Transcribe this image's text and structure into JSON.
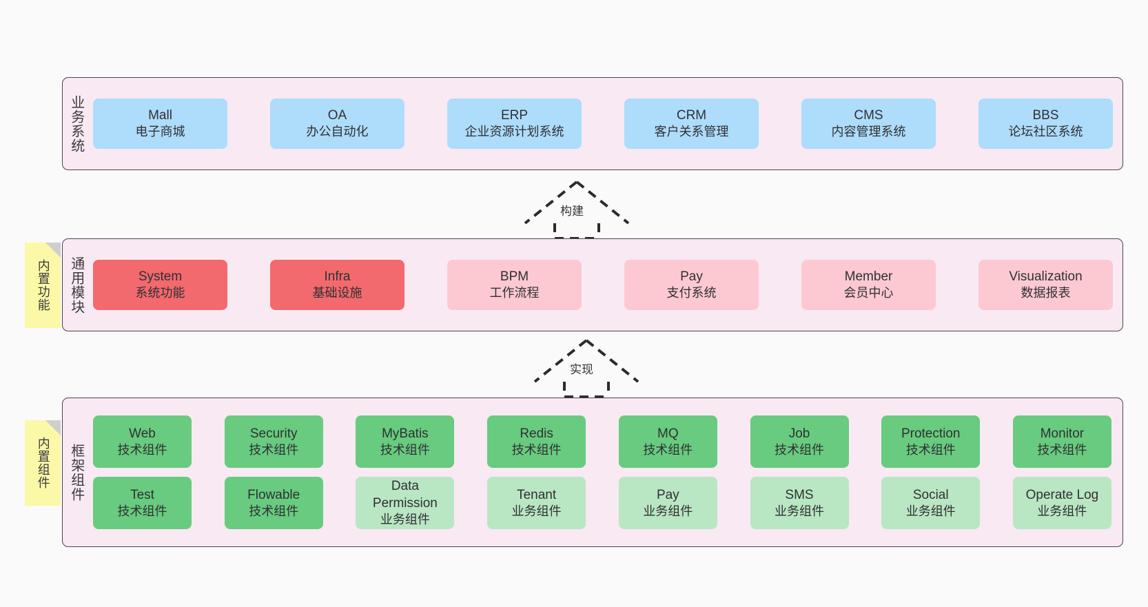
{
  "diagram": {
    "background_color": "#fafafa",
    "panel_bg": "#f8e9f3",
    "panel_border": "#4a4252",
    "note_bg": "#fbf8a8",
    "layers": [
      {
        "id": "business",
        "title": "业务系统",
        "card_color": "#aedcfb",
        "rows": [
          [
            {
              "name": "Mall",
              "cn": "电子商城"
            },
            {
              "name": "OA",
              "cn": "办公自动化"
            },
            {
              "name": "ERP",
              "cn": "企业资源计划系统"
            },
            {
              "name": "CRM",
              "cn": "客户关系管理"
            },
            {
              "name": "CMS",
              "cn": "内容管理系统"
            },
            {
              "name": "BBS",
              "cn": "论坛社区系统"
            }
          ]
        ]
      },
      {
        "id": "modules",
        "title": "通用模块",
        "note": "内置功能",
        "rows": [
          [
            {
              "name": "System",
              "cn": "系统功能",
              "color": "#f2696e"
            },
            {
              "name": "Infra",
              "cn": "基础设施",
              "color": "#f2696e"
            },
            {
              "name": "BPM",
              "cn": "工作流程",
              "color": "#fcc9d2"
            },
            {
              "name": "Pay",
              "cn": "支付系统",
              "color": "#fcc9d2"
            },
            {
              "name": "Member",
              "cn": "会员中心",
              "color": "#fcc9d2"
            },
            {
              "name": "Visualization",
              "cn": "数据报表",
              "color": "#fcc9d2"
            }
          ]
        ]
      },
      {
        "id": "framework",
        "title": "框架组件",
        "note": "内置组件",
        "rows": [
          [
            {
              "name": "Web",
              "cn": "技术组件",
              "color": "#68cb7f"
            },
            {
              "name": "Security",
              "cn": "技术组件",
              "color": "#68cb7f"
            },
            {
              "name": "MyBatis",
              "cn": "技术组件",
              "color": "#68cb7f"
            },
            {
              "name": "Redis",
              "cn": "技术组件",
              "color": "#68cb7f"
            },
            {
              "name": "MQ",
              "cn": "技术组件",
              "color": "#68cb7f"
            },
            {
              "name": "Job",
              "cn": "技术组件",
              "color": "#68cb7f"
            },
            {
              "name": "Protection",
              "cn": "技术组件",
              "color": "#68cb7f"
            },
            {
              "name": "Monitor",
              "cn": "技术组件",
              "color": "#68cb7f"
            }
          ],
          [
            {
              "name": "Test",
              "cn": "技术组件",
              "color": "#68cb7f"
            },
            {
              "name": "Flowable",
              "cn": "技术组件",
              "color": "#68cb7f"
            },
            {
              "name": "Data Permission",
              "cn": "业务组件",
              "color": "#b9e6c3"
            },
            {
              "name": "Tenant",
              "cn": "业务组件",
              "color": "#b9e6c3"
            },
            {
              "name": "Pay",
              "cn": "业务组件",
              "color": "#b9e6c3"
            },
            {
              "name": "SMS",
              "cn": "业务组件",
              "color": "#b9e6c3"
            },
            {
              "name": "Social",
              "cn": "业务组件",
              "color": "#b9e6c3"
            },
            {
              "name": "Operate Log",
              "cn": "业务组件",
              "color": "#b9e6c3"
            }
          ]
        ]
      }
    ],
    "connectors": [
      {
        "id": "build",
        "label": "构建",
        "style": "dashed-hollow-arrow-up"
      },
      {
        "id": "impl",
        "label": "实现",
        "style": "dashed-hollow-arrow-up"
      }
    ]
  }
}
